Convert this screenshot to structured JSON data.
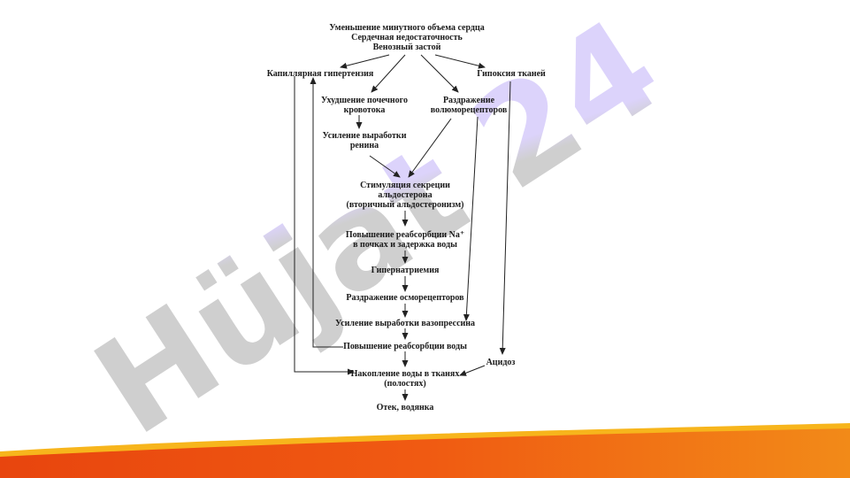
{
  "diagram": {
    "nodes": {
      "top": [
        "Уменьшение минутного объема сердца",
        "Сердечная недостаточность",
        "Венозный застой"
      ],
      "capillary": [
        "Капиллярная гипертензия"
      ],
      "hypoxia": [
        "Гипоксия тканей"
      ],
      "renal": [
        "Ухудшение почечного",
        "кровотока"
      ],
      "volume": [
        "Раздражение",
        "волюморецепторов"
      ],
      "renin": [
        "Усиление выработки",
        "ренина"
      ],
      "aldo": [
        "Стимуляция секреции",
        "альдостерона",
        "(вторичный альдостеронизм)"
      ],
      "sodium": [
        "Повышение реабсорбции Na⁺",
        "в почках и задержка воды"
      ],
      "hypernat": [
        "Гипернатриемия"
      ],
      "osmo": [
        "Раздражение осморецепторов"
      ],
      "vaso": [
        "Усиление выработки вазопрессина"
      ],
      "water": [
        "Повышение реабсорбции воды"
      ],
      "acidosis": [
        "Ацидоз"
      ],
      "accum": [
        "Накопление воды в тканях",
        "(полостях)"
      ],
      "edema": [
        "Отек, водянка"
      ]
    },
    "watermark": "Hüjat 24",
    "colors": {
      "text": "#1a1a1a",
      "arrow": "#222222",
      "watermark_gray": "#cfcfcf",
      "watermark_purple": "#dcd3fb",
      "footer_orange": "#f05a12",
      "footer_yellow": "#f7b51c"
    }
  }
}
